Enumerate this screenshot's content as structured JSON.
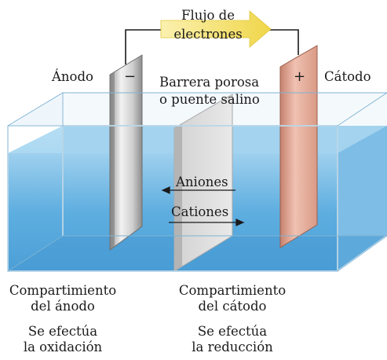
{
  "flow_label_line1": "Flujo de",
  "flow_label_line2": "electrones",
  "anode_label": "Ánodo",
  "cathode_label": "Cátodo",
  "anode_sign": "−",
  "cathode_sign": "+",
  "barrier_line1": "Barrera porosa",
  "barrier_line2": "o puente salino",
  "anions_label": "Aniones",
  "cations_label": "Cationes",
  "anode_compartment_line1": "Compartimiento",
  "anode_compartment_line2": "del ánodo",
  "cathode_compartment_line1": "Compartimiento",
  "cathode_compartment_line2": "del cátodo",
  "anode_process_line1": "Se efectúa",
  "anode_process_line2": "la oxidación",
  "cathode_process_line1": "Se efectúa",
  "cathode_process_line2": "la reducción",
  "colors": {
    "solution": "#6fb6e3",
    "solution_light": "#a9d6f0",
    "anode_plate": "#d6d6d6",
    "cathode_plate": "#e0a08e",
    "flow_arrow": "#f3e070",
    "wire": "#1a1a1a"
  }
}
